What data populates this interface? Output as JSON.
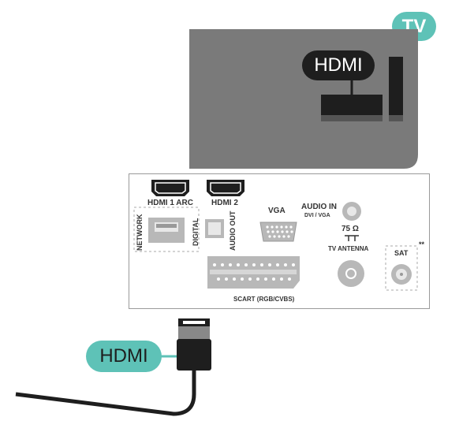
{
  "colors": {
    "accent": "#5ec2b7",
    "tv_grey": "#7a7a7a",
    "dark": "#1e1e1e",
    "panel_border": "#9a9a9a",
    "port_grey": "#b8b8b8"
  },
  "badge": {
    "label": "TV"
  },
  "tv": {
    "hdmi_label": "HDMI"
  },
  "panel": {
    "hdmi1_label": "HDMI 1 ARC",
    "hdmi2_label": "HDMI 2",
    "network_label": "NETWORK",
    "digital_label": "DIGITAL",
    "audio_out_label": "AUDIO OUT",
    "vga_label": "VGA",
    "audio_in_label": "AUDIO IN",
    "audio_in_sub": "DVI / VGA",
    "ohm_label": "75 Ω",
    "tv_antenna_label": "TV ANTENNA",
    "sat_label": "SAT",
    "sat_mark": "**",
    "scart_label": "SCART (RGB/CVBS)"
  },
  "cable": {
    "hdmi_label": "HDMI"
  }
}
